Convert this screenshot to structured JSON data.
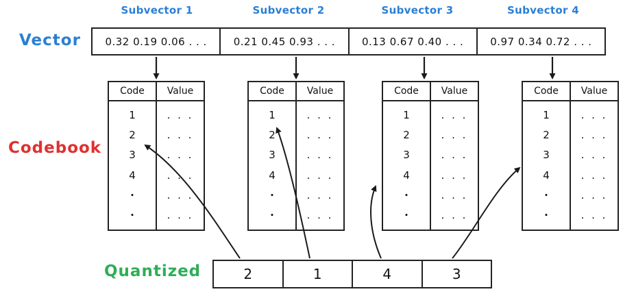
{
  "labels": {
    "vector": "Vector",
    "codebook": "Codebook",
    "quantized": "Quantized"
  },
  "colors": {
    "vector_label": "#2a7fd4",
    "codebook_label": "#e03030",
    "quantized_label": "#2fae56",
    "ink": "#111111"
  },
  "subvector_headers": [
    "Subvector 1",
    "Subvector 2",
    "Subvector 3",
    "Subvector 4"
  ],
  "vector": {
    "cells": [
      "0.32  0.19  0.06 . . .",
      "0.21  0.45  0.93 . . .",
      "0.13  0.67  0.40 . . .",
      "0.97  0.34  0.72 . . ."
    ]
  },
  "codebooks": [
    {
      "headers": [
        "Code",
        "Value"
      ],
      "codes": [
        "1",
        "2",
        "3",
        "4",
        "·",
        "·"
      ],
      "values": [
        ". . .",
        ". . .",
        ". . .",
        ". . .",
        ". . .",
        ". . ."
      ],
      "selected_code": "2"
    },
    {
      "headers": [
        "Code",
        "Value"
      ],
      "codes": [
        "1",
        "2",
        "3",
        "4",
        "·",
        "·"
      ],
      "values": [
        ". . .",
        ". . .",
        ". . .",
        ". . .",
        ". . .",
        ". . ."
      ],
      "selected_code": "1"
    },
    {
      "headers": [
        "Code",
        "Value"
      ],
      "codes": [
        "1",
        "2",
        "3",
        "4",
        "·",
        "·"
      ],
      "values": [
        ". . .",
        ". . .",
        ". . .",
        ". . .",
        ". . .",
        ". . ."
      ],
      "selected_code": "4"
    },
    {
      "headers": [
        "Code",
        "Value"
      ],
      "codes": [
        "1",
        "2",
        "3",
        "4",
        "·",
        "·"
      ],
      "values": [
        ". . .",
        ". . .",
        ". . .",
        ". . .",
        ". . .",
        ". . ."
      ],
      "selected_code": "3"
    }
  ],
  "quantized": {
    "cells": [
      "2",
      "1",
      "4",
      "3"
    ]
  }
}
